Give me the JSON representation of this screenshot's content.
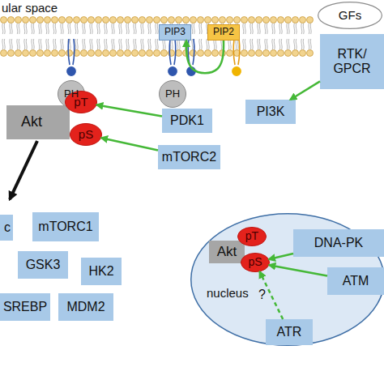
{
  "diagram": {
    "nodes": [
      {
        "text": [
          "GFs"
        ]
      },
      {
        "text": [
          "RTK/ GPCR"
        ]
      },
      {
        "text": [
          "PIP3"
        ]
      },
      {
        "text": [
          "PIP2"
        ]
      },
      {
        "text": [
          "PH"
        ]
      },
      {
        "text": [
          "PH"
        ]
      },
      {
        "text": [
          "Akt"
        ]
      },
      {
        "text": [
          "pT"
        ]
      },
      {
        "text": [
          "pS"
        ]
      },
      {
        "text": [
          "PDK1"
        ]
      },
      {
        "text": [
          "PI3K"
        ]
      },
      {
        "text": [
          "mTORC2"
        ]
      },
      {
        "text": [
          "c"
        ]
      },
      {
        "text": [
          "mTORC1"
        ]
      },
      {
        "text": [
          "GSK3"
        ]
      },
      {
        "text": [
          "HK2"
        ]
      },
      {
        "text": [
          "SREBP"
        ]
      },
      {
        "text": [
          "MDM2"
        ]
      },
      {
        "text": [
          "nucleus"
        ]
      },
      {
        "text": [
          "Akt"
        ],
        "in": 18
      },
      {
        "text": [
          "pT"
        ],
        "in": 18
      },
      {
        "text": [
          "pS"
        ],
        "in": 18
      },
      {
        "text": [
          "DNA-PK"
        ],
        "in": 18
      },
      {
        "text": [
          "ATM"
        ],
        "in": 18
      },
      {
        "text": [
          "ATR"
        ],
        "in": 18
      }
    ],
    "edges": [
      {
        "from": 1,
        "to": 10,
        "arrow": "to"
      },
      {
        "from": 3,
        "to": 2,
        "arrow": "to"
      },
      {
        "from": 9,
        "to": 7,
        "arrow": "to"
      },
      {
        "from": 11,
        "to": 8,
        "arrow": "to"
      },
      {
        "from": 22,
        "to": 21,
        "arrow": "to"
      },
      {
        "from": 23,
        "to": 21,
        "arrow": "to"
      },
      {
        "from": 24,
        "to": 21,
        "label": "?",
        "arrow": "to"
      }
    ],
    "labels": [
      "ular space"
    ]
  }
}
